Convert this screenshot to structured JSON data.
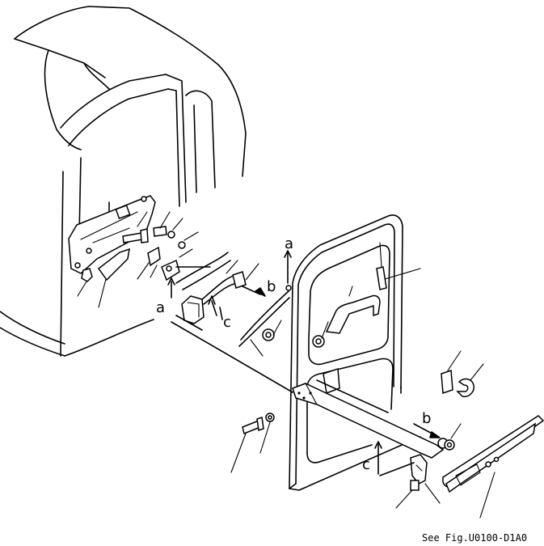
{
  "labels": {
    "a_left": "a",
    "a_top": "a",
    "b_mid": "b",
    "b_right": "b",
    "c_mid": "c",
    "c_bottom": "c"
  },
  "reference": "See Fig.U0100-D1A0"
}
